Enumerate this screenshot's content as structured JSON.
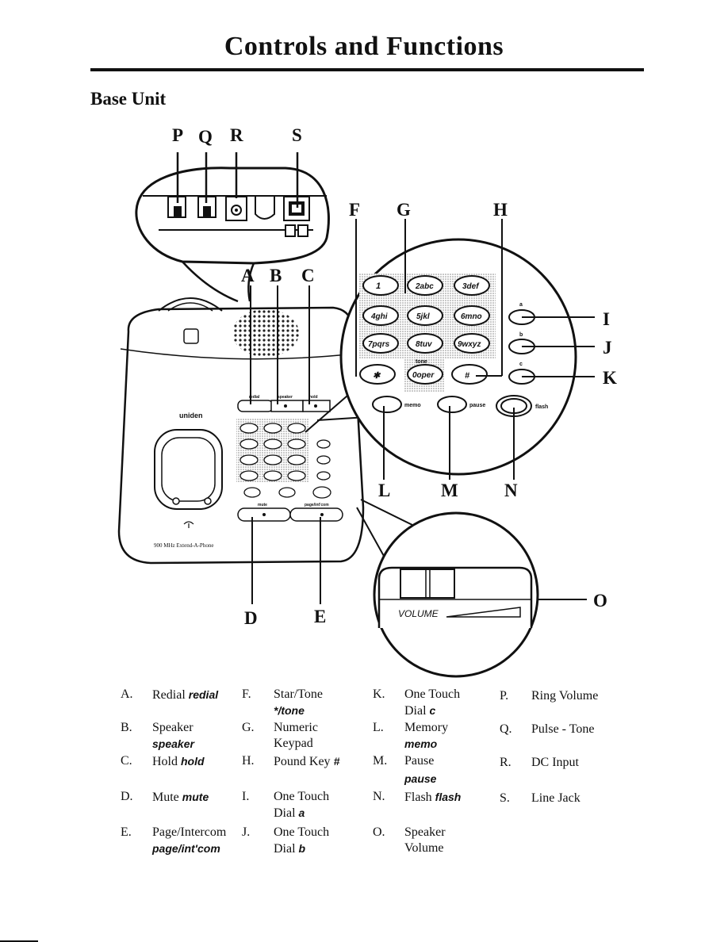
{
  "header": {
    "title": "Controls and Functions",
    "section": "Base Unit"
  },
  "diagram": {
    "labels": {
      "P": "P",
      "Q": "Q",
      "R": "R",
      "S": "S",
      "A": "A",
      "B": "B",
      "C": "C",
      "F": "F",
      "G": "G",
      "H": "H",
      "I": "I",
      "J": "J",
      "K": "K",
      "L": "L",
      "M": "M",
      "N": "N",
      "D": "D",
      "E": "E",
      "O": "O"
    },
    "brand": "uniden",
    "model": "900 MHz Extend-A-Phone",
    "volume_label": "VOLUME",
    "key_labels": {
      "k1": "1",
      "k2": "2abc",
      "k3": "3def",
      "k4": "4ghi",
      "k5": "5jkl",
      "k6": "6mno",
      "k7": "7pqrs",
      "k8": "8tuv",
      "k9": "9wxyz",
      "kstar": "✱",
      "k0": "0oper",
      "kpound": "#",
      "tone": "tone",
      "a": "a",
      "b": "b",
      "c": "c",
      "memo": "memo",
      "pause": "pause",
      "flash": "flash"
    },
    "small_labels": {
      "redial": "redial",
      "speaker": "speaker",
      "hold": "hold",
      "mute": "mute",
      "page": "page/int'com"
    }
  },
  "legend": [
    {
      "letter": "A.",
      "line1": "Redial",
      "key1": "redial",
      "line2": "",
      "key2": ""
    },
    {
      "letter": "B.",
      "line1": "Speaker",
      "key1": "",
      "line2": "",
      "key2": "speaker"
    },
    {
      "letter": "C.",
      "line1": "Hold",
      "key1": "hold",
      "line2": "",
      "key2": ""
    },
    {
      "letter": "D.",
      "line1": "Mute",
      "key1": "mute",
      "line2": "",
      "key2": ""
    },
    {
      "letter": "E.",
      "line1": "Page/Intercom",
      "key1": "",
      "line2": "",
      "key2": "page/int'com"
    },
    {
      "letter": "F.",
      "line1": "Star/Tone",
      "key1": "",
      "line2": "",
      "key2": "*/tone"
    },
    {
      "letter": "G.",
      "line1": "Numeric",
      "key1": "",
      "line2": "Keypad",
      "key2": ""
    },
    {
      "letter": "H.",
      "line1": "Pound Key",
      "key1": "#",
      "line2": "",
      "key2": ""
    },
    {
      "letter": "I.",
      "line1": "One Touch",
      "key1": "",
      "line2": "Dial",
      "key2": "a"
    },
    {
      "letter": "J.",
      "line1": "One Touch",
      "key1": "",
      "line2": "Dial",
      "key2": "b"
    },
    {
      "letter": "K.",
      "line1": "One Touch",
      "key1": "",
      "line2": "Dial",
      "key2": "c"
    },
    {
      "letter": "L.",
      "line1": "Memory",
      "key1": "",
      "line2": "",
      "key2": "memo"
    },
    {
      "letter": "M.",
      "line1": "Pause",
      "key1": "",
      "line2": "",
      "key2": "pause"
    },
    {
      "letter": "N.",
      "line1": "Flash",
      "key1": "flash",
      "line2": "",
      "key2": ""
    },
    {
      "letter": "O.",
      "line1": "Speaker",
      "key1": "",
      "line2": "Volume",
      "key2": ""
    },
    {
      "letter": "P.",
      "line1": "Ring Volume",
      "key1": "",
      "line2": "",
      "key2": ""
    },
    {
      "letter": "Q.",
      "line1": "Pulse - Tone",
      "key1": "",
      "line2": "",
      "key2": ""
    },
    {
      "letter": "R.",
      "line1": "DC Input",
      "key1": "",
      "line2": "",
      "key2": ""
    },
    {
      "letter": "S.",
      "line1": "Line Jack",
      "key1": "",
      "line2": "",
      "key2": ""
    }
  ]
}
